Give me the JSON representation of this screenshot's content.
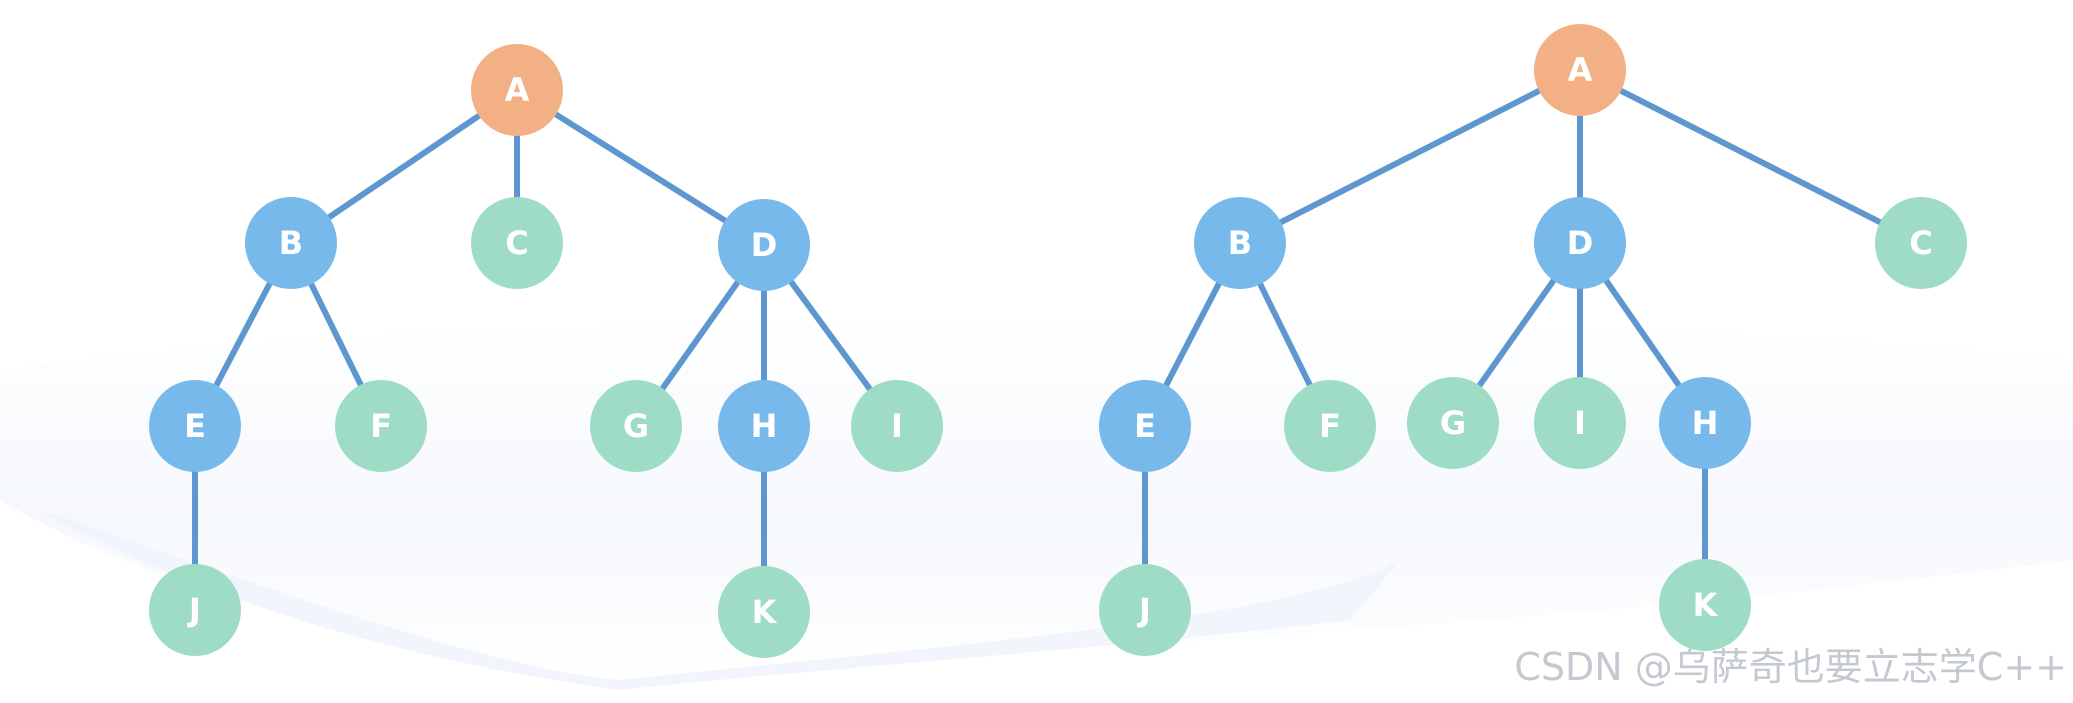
{
  "colors": {
    "root": "#F2B084",
    "internal": "#78B9EC",
    "leaf": "#9EDCC6",
    "edge": "#5E97CF",
    "label": "#FFFFFF",
    "watermark": "#C4C8D0"
  },
  "watermark": "CSDN @乌萨奇也要立志学C++",
  "trees": [
    {
      "nodes": [
        {
          "id": "A",
          "label": "A",
          "kind": "root"
        },
        {
          "id": "B",
          "label": "B",
          "kind": "internal"
        },
        {
          "id": "C",
          "label": "C",
          "kind": "leaf"
        },
        {
          "id": "D",
          "label": "D",
          "kind": "internal"
        },
        {
          "id": "E",
          "label": "E",
          "kind": "internal"
        },
        {
          "id": "F",
          "label": "F",
          "kind": "leaf"
        },
        {
          "id": "G",
          "label": "G",
          "kind": "leaf"
        },
        {
          "id": "H",
          "label": "H",
          "kind": "internal"
        },
        {
          "id": "I",
          "label": "I",
          "kind": "leaf"
        },
        {
          "id": "J",
          "label": "J",
          "kind": "leaf"
        },
        {
          "id": "K",
          "label": "K",
          "kind": "leaf"
        }
      ],
      "edges": [
        [
          "A",
          "B"
        ],
        [
          "A",
          "C"
        ],
        [
          "A",
          "D"
        ],
        [
          "B",
          "E"
        ],
        [
          "B",
          "F"
        ],
        [
          "D",
          "G"
        ],
        [
          "D",
          "H"
        ],
        [
          "D",
          "I"
        ],
        [
          "E",
          "J"
        ],
        [
          "H",
          "K"
        ]
      ]
    },
    {
      "nodes": [
        {
          "id": "A",
          "label": "A",
          "kind": "root"
        },
        {
          "id": "B",
          "label": "B",
          "kind": "internal"
        },
        {
          "id": "D",
          "label": "D",
          "kind": "internal"
        },
        {
          "id": "C",
          "label": "C",
          "kind": "leaf"
        },
        {
          "id": "E",
          "label": "E",
          "kind": "internal"
        },
        {
          "id": "F",
          "label": "F",
          "kind": "leaf"
        },
        {
          "id": "G",
          "label": "G",
          "kind": "leaf"
        },
        {
          "id": "I",
          "label": "I",
          "kind": "leaf"
        },
        {
          "id": "H",
          "label": "H",
          "kind": "internal"
        },
        {
          "id": "J",
          "label": "J",
          "kind": "leaf"
        },
        {
          "id": "K",
          "label": "K",
          "kind": "leaf"
        }
      ],
      "edges": [
        [
          "A",
          "B"
        ],
        [
          "A",
          "D"
        ],
        [
          "A",
          "C"
        ],
        [
          "B",
          "E"
        ],
        [
          "B",
          "F"
        ],
        [
          "D",
          "G"
        ],
        [
          "D",
          "I"
        ],
        [
          "D",
          "H"
        ],
        [
          "E",
          "J"
        ],
        [
          "H",
          "K"
        ]
      ]
    }
  ]
}
